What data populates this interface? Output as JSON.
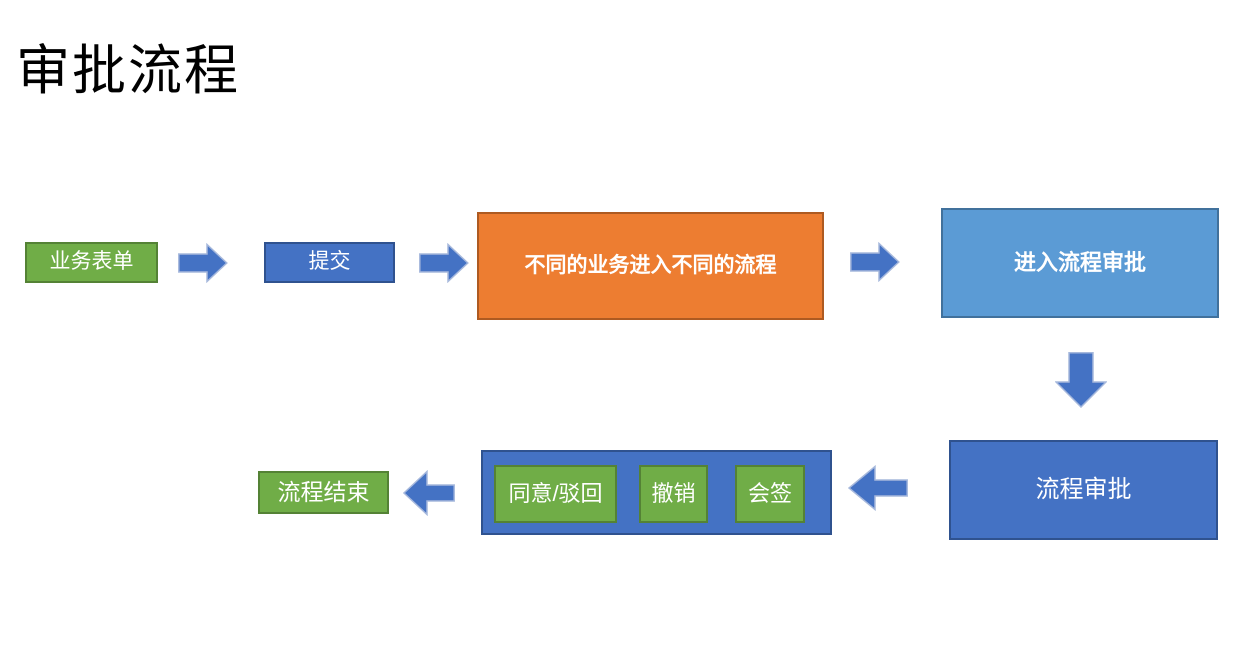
{
  "page": {
    "title": "审批流程"
  },
  "colors": {
    "page_bg": "#ffffff",
    "title_color": "#000000",
    "green_fill": "#70AD47",
    "green_border": "#548235",
    "blue_fill": "#4472C4",
    "blue_border": "#2F528F",
    "light_blue_fill": "#5B9BD5",
    "light_blue_border": "#41719C",
    "orange_fill": "#ED7D31",
    "orange_border": "#AE5A21",
    "arrow_fill": "#4472C4",
    "arrow_border": "#A6B8DC"
  },
  "flow": {
    "nodes": {
      "business_form": {
        "label": "业务表单"
      },
      "submit": {
        "label": "提交"
      },
      "branch": {
        "label": "不同的业务进入不同的流程"
      },
      "enter_approval": {
        "label": "进入流程审批"
      },
      "approval": {
        "label": "流程审批"
      },
      "end": {
        "label": "流程结束"
      }
    },
    "actions": {
      "agree_reject": {
        "label": "同意/驳回"
      },
      "revoke": {
        "label": "撤销"
      },
      "countersign": {
        "label": "会签"
      }
    },
    "arrows": [
      "right-arrow-icon",
      "right-arrow-icon",
      "right-arrow-icon",
      "down-arrow-icon",
      "left-arrow-icon",
      "left-arrow-icon"
    ]
  }
}
